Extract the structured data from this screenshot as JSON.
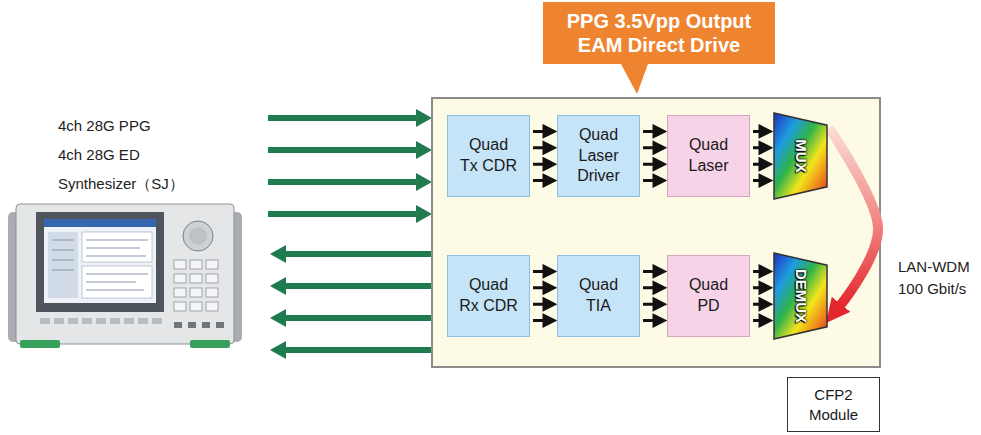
{
  "diagram": {
    "nodes": [
      {
        "text": [
          "PPG 3.5Vpp Output EAM Direct Drive"
        ]
      },
      {
        "text": [
          "CFP2 Module"
        ]
      },
      {
        "text": [
          "Quad Tx CDR"
        ],
        "in": 1
      },
      {
        "text": [
          "Quad Laser Driver"
        ],
        "in": 1
      },
      {
        "text": [
          "Quad Laser"
        ],
        "in": 1
      },
      {
        "text": [
          "MUX"
        ],
        "in": 1
      },
      {
        "text": [
          "Quad Rx CDR"
        ],
        "in": 1
      },
      {
        "text": [
          "Quad TIA"
        ],
        "in": 1
      },
      {
        "text": [
          "Quad PD"
        ],
        "in": 1
      },
      {
        "text": [
          "DEMUX"
        ],
        "in": 1
      }
    ],
    "edges": [
      {
        "from": 2,
        "to": 3,
        "arrow": "to"
      },
      {
        "from": 3,
        "to": 4,
        "arrow": "to"
      },
      {
        "from": 4,
        "to": 5,
        "arrow": "to"
      },
      {
        "from": 6,
        "to": 7,
        "arrow": "to"
      },
      {
        "from": 7,
        "to": 8,
        "arrow": "to"
      },
      {
        "from": 8,
        "to": 9,
        "arrow": "to"
      },
      {
        "from": 5,
        "to": 9,
        "label": "LAN-WDM 100 Gbit/s",
        "arrow": "to"
      }
    ],
    "labels": [
      "4ch 28G PPG",
      "4ch 28G ED",
      "Synthesizer（SJ）"
    ]
  }
}
